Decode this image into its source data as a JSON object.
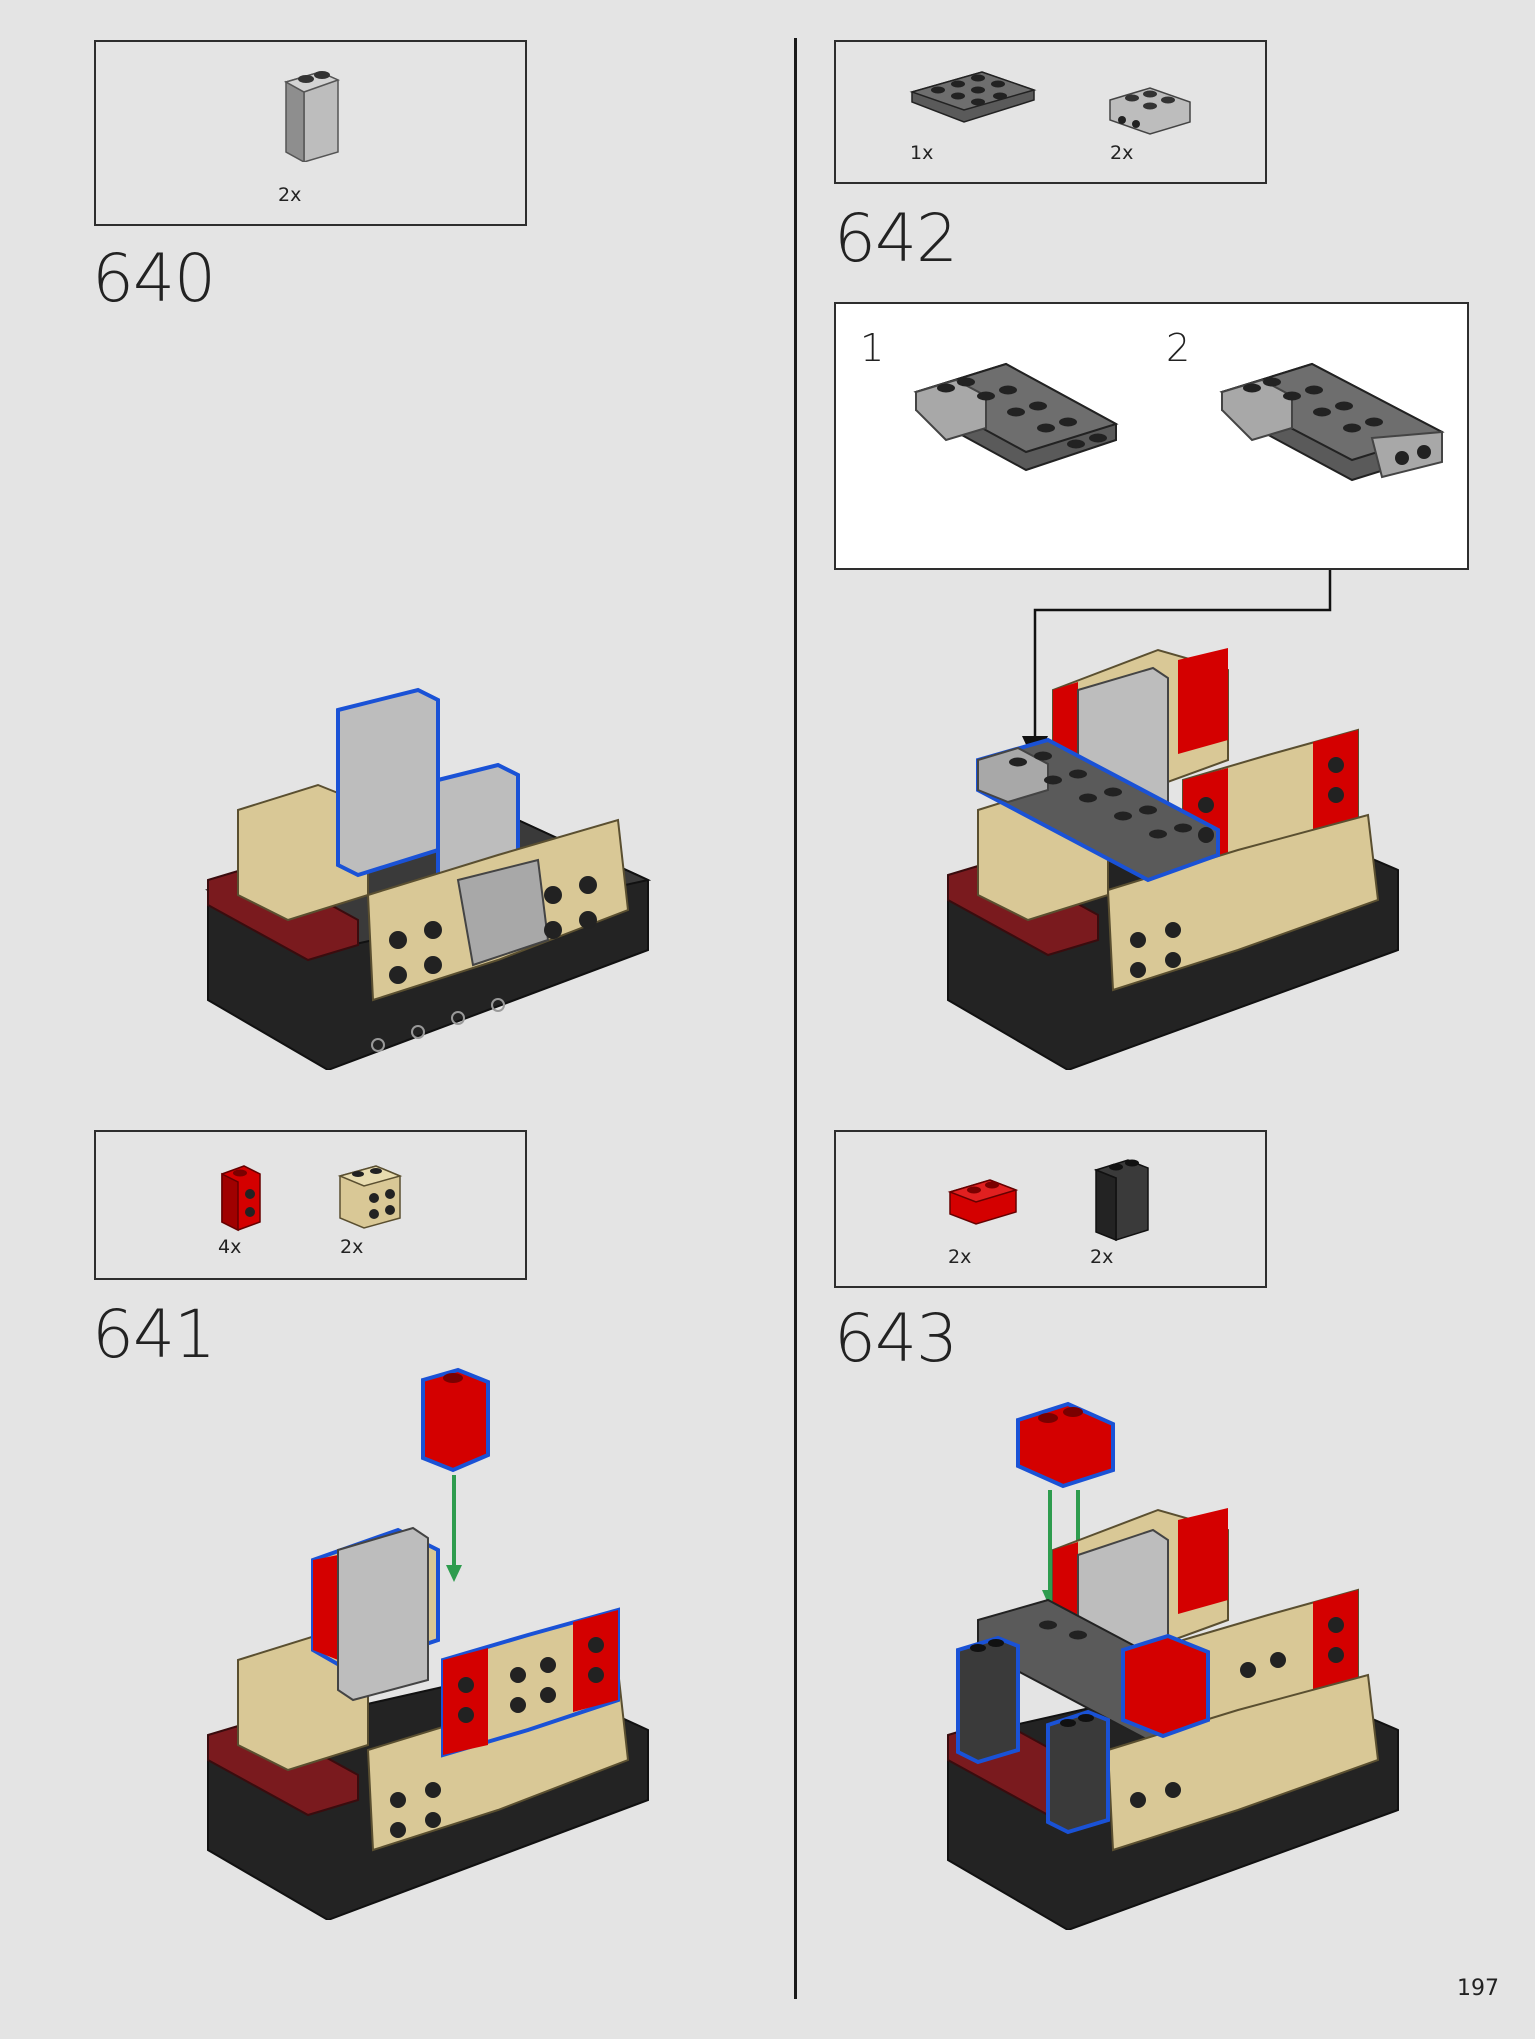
{
  "steps": [
    {
      "number": "640",
      "parts": [
        {
          "qty": "2x",
          "icon": "grey-panel-1x2x3-icon",
          "color": "#a8a8a8"
        }
      ]
    },
    {
      "number": "641",
      "parts": [
        {
          "qty": "4x",
          "icon": "red-brick-1x1-side-studs-icon",
          "color": "#d40000"
        },
        {
          "qty": "2x",
          "icon": "tan-brick-2x2-side-studs-icon",
          "color": "#d9c896"
        }
      ]
    },
    {
      "number": "642",
      "parts": [
        {
          "qty": "1x",
          "icon": "dark-grey-plate-2x4-icon",
          "color": "#5a5a5a"
        },
        {
          "qty": "2x",
          "icon": "grey-bracket-icon",
          "color": "#a8a8a8"
        }
      ],
      "subassembly": {
        "steps": [
          "1",
          "2"
        ]
      }
    },
    {
      "number": "643",
      "parts": [
        {
          "qty": "2x",
          "icon": "red-brick-1x2-icon",
          "color": "#d40000"
        },
        {
          "qty": "2x",
          "icon": "black-panel-icon",
          "color": "#2a2a2a"
        }
      ]
    }
  ],
  "page_number": "197",
  "colors": {
    "highlight": "#1a52d6",
    "arrow_green": "#2e9c4e",
    "red": "#d40000",
    "tan": "#d9c896",
    "dark_red": "#7a1a1e",
    "light_grey": "#a8a8a8",
    "dark_grey": "#5a5a5a",
    "black": "#232323"
  }
}
